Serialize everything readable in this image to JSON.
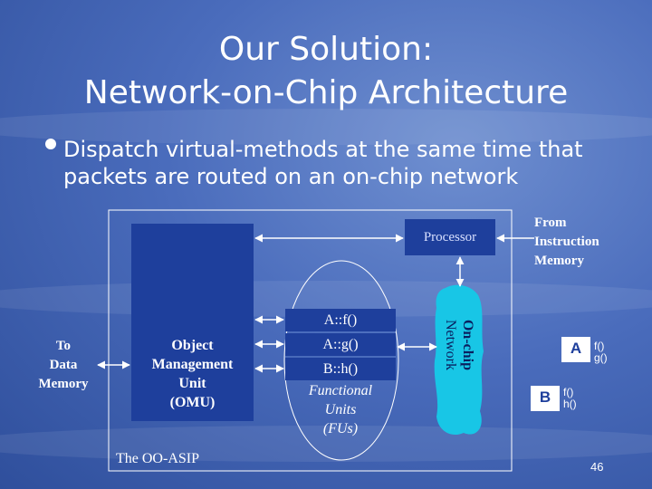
{
  "slide": {
    "title_line1": "Our Solution:",
    "title_line2": "Network-on-Chip Architecture",
    "bullet": "Dispatch virtual-methods at the same time that packets are routed on an on-chip network",
    "page_number": "46"
  },
  "diagram": {
    "to_data_memory": [
      "To",
      "Data",
      "Memory"
    ],
    "omu": [
      "Object",
      "Management",
      "Unit",
      "(OMU)"
    ],
    "processor": "Processor",
    "from_instruction_memory": [
      "From",
      "Instruction",
      "Memory"
    ],
    "fu_methods": [
      "A::f()",
      "A::g()",
      "B::h()"
    ],
    "fu_caption": [
      "Functional",
      "Units",
      "(FUs)"
    ],
    "network": [
      "On-chip",
      "Network"
    ],
    "asip_label": "The OO-ASIP",
    "object_a": "A",
    "object_a_methods": [
      "f()",
      "g()"
    ],
    "object_b": "B",
    "object_b_methods": [
      "f()",
      "h()"
    ]
  },
  "colors": {
    "omu_fill": "#1e3f9c",
    "processor_fill": "#1e3f9c",
    "fu_fill": "#1e3f9c",
    "network_fill": "#18c6e6",
    "object_fill": "#ffffff",
    "object_text": "#1e3f9c"
  }
}
